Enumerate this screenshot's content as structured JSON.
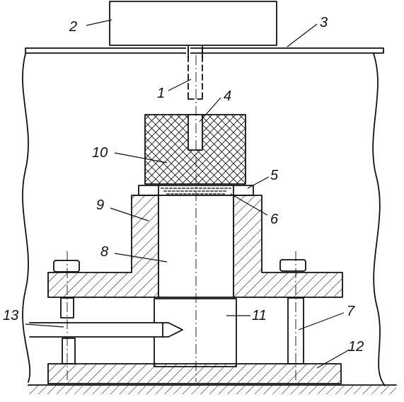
{
  "figure": {
    "labels": {
      "l1": "1",
      "l2": "2",
      "l3": "3",
      "l4": "4",
      "l5": "5",
      "l6": "6",
      "l7": "7",
      "l8": "8",
      "l9": "9",
      "l10": "10",
      "l11": "11",
      "l12": "12",
      "l13": "13"
    },
    "colors": {
      "stroke": "#111111",
      "background": "#ffffff"
    }
  }
}
